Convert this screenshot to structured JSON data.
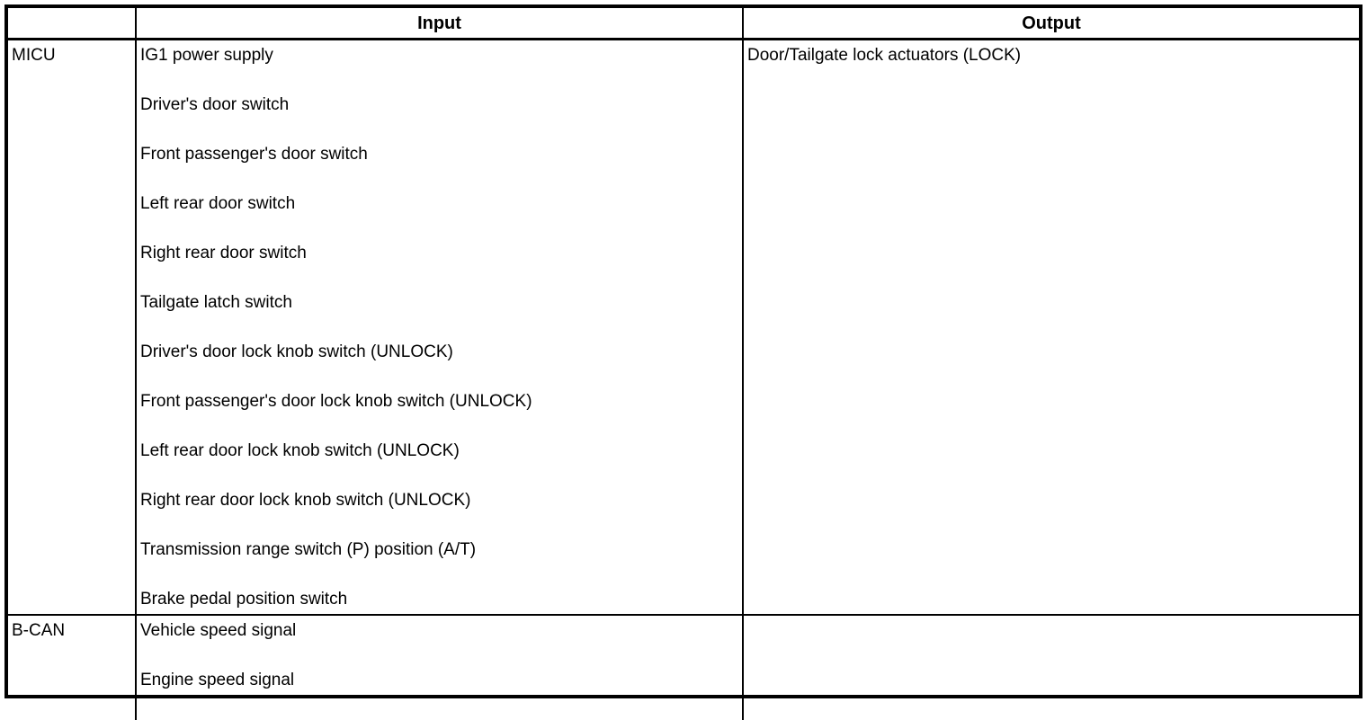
{
  "table": {
    "headers": {
      "source": "",
      "input": "Input",
      "output": "Output"
    },
    "rows": [
      {
        "source": "MICU",
        "inputs": [
          "IG1 power supply",
          "Driver's door switch",
          "Front passenger's door switch",
          "Left rear door switch",
          "Right rear door switch",
          "Tailgate latch switch",
          "Driver's door lock knob switch (UNLOCK)",
          "Front passenger's door lock knob switch (UNLOCK)",
          "Left rear door lock knob switch (UNLOCK)",
          "Right rear door lock knob switch (UNLOCK)",
          "Transmission range switch (P) position (A/T)",
          "Brake pedal position switch"
        ],
        "outputs": [
          "Door/Tailgate lock actuators (LOCK)"
        ]
      },
      {
        "source": "B-CAN",
        "inputs": [
          "Vehicle speed signal",
          "Engine speed signal"
        ],
        "outputs": []
      }
    ],
    "colors": {
      "border": "#000000",
      "background": "#ffffff",
      "text": "#000000"
    }
  }
}
